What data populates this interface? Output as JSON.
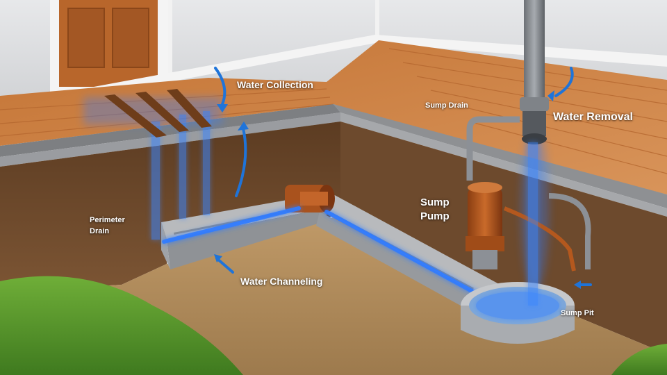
{
  "labels": {
    "water_collection": "Water Collection",
    "sump_drain": "Sump Drain",
    "water_removal": "Water Removal",
    "perimeter_drain_line1": "Perimeter",
    "perimeter_drain_line2": "Drain",
    "sump_pump_line1": "Sump",
    "sump_pump_line2": "Pump",
    "water_channeling": "Water Channeling",
    "sump_pit": "Sump Pit"
  },
  "colors": {
    "water": "#2f7bff",
    "arrow": "#1f74d9",
    "deck_wood": "#c97a40",
    "foundation_wall": "#6e4a2e",
    "basement_floor": "#b08a5a",
    "pump_body": "#b4581e",
    "pipe_gray": "#8c9096",
    "grass": "#5f9a2f",
    "house_wall": "#d5d6d8"
  },
  "icons": [
    "curved-arrow-icon",
    "water-flow-icon"
  ]
}
